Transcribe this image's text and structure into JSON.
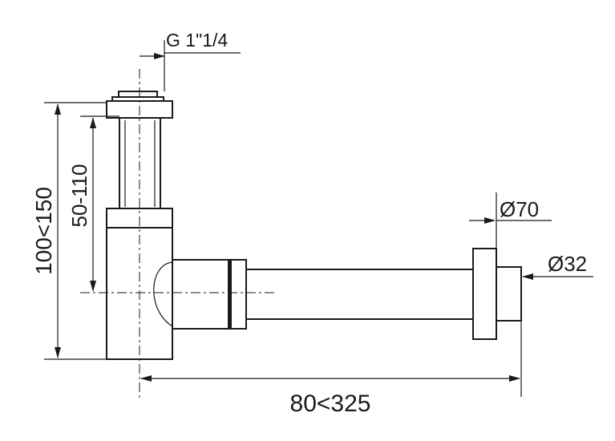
{
  "dimensions": {
    "thread": "G 1\"1/4",
    "overall_height": "100<150",
    "adjust_height": "50-110",
    "flange_diameter": "Ø70",
    "outlet_diameter": "Ø32",
    "length": "80<325"
  },
  "colors": {
    "line": "#1a1a1a",
    "background": "#ffffff"
  }
}
